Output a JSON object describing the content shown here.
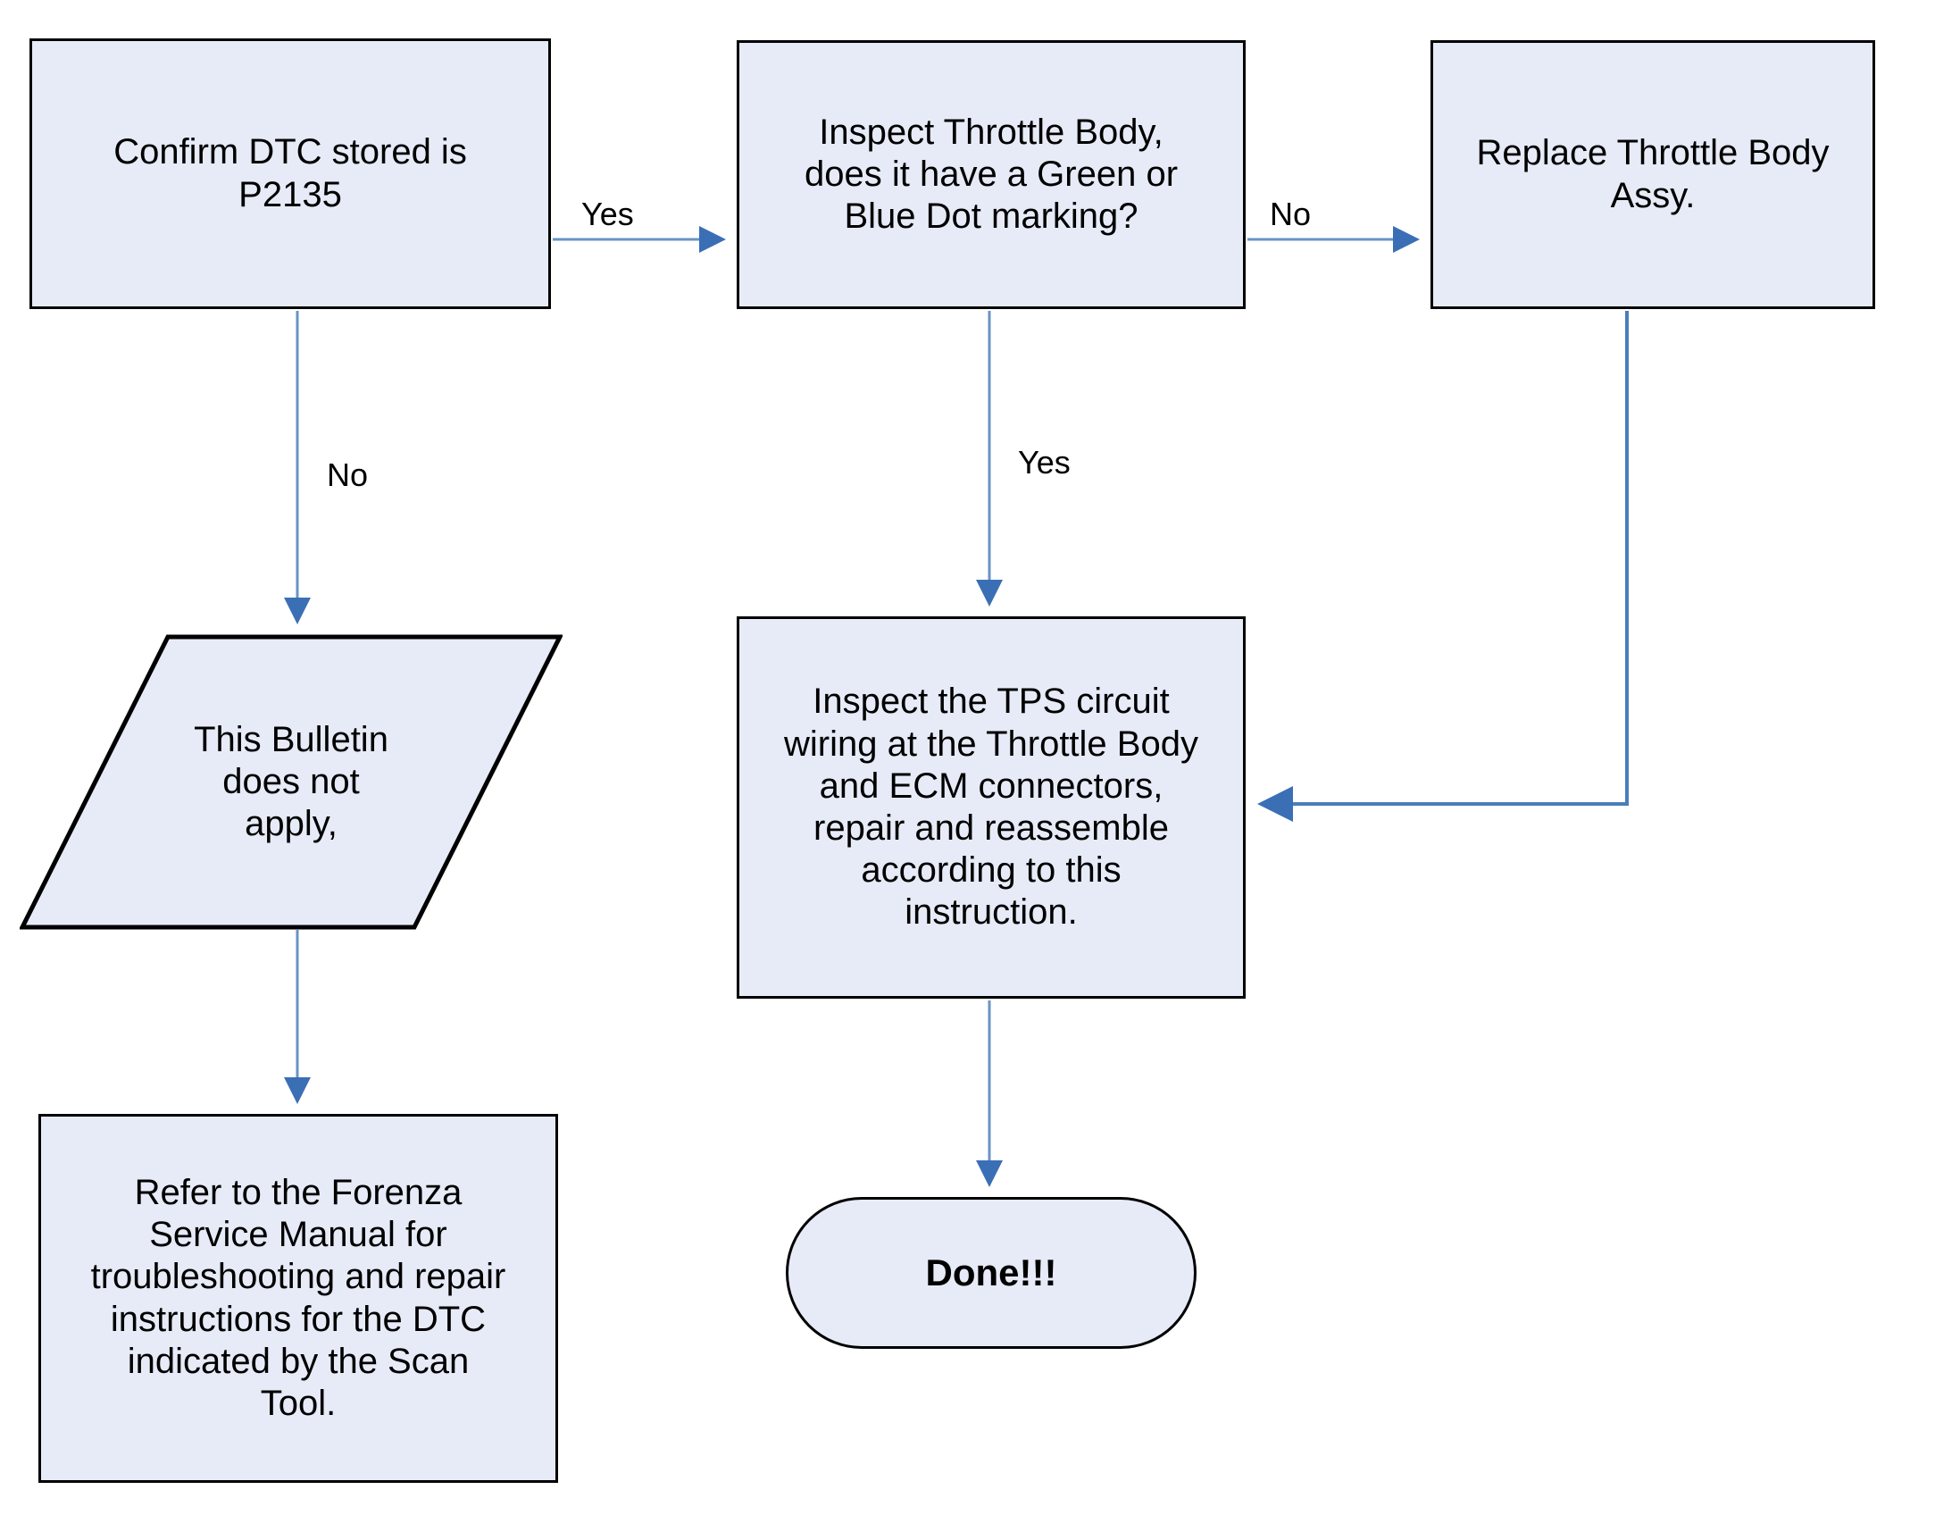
{
  "diagram": {
    "title": "DTC P2135 Diagnostic Flowchart",
    "colors": {
      "node_fill": "#e6ebf7",
      "node_stroke": "#000000",
      "edge_stroke": "#4a7ebb",
      "arrowhead": "#3b6fb5",
      "background": "#ffffff",
      "text": "#000000"
    },
    "nodes": [
      {
        "id": "confirm-dtc",
        "shape": "process",
        "text": "Confirm DTC stored is\nP2135"
      },
      {
        "id": "inspect-tb",
        "shape": "process",
        "text": "Inspect Throttle Body,\ndoes it have a Green or\nBlue Dot marking?"
      },
      {
        "id": "replace-tb",
        "shape": "process",
        "text": "Replace Throttle Body\nAssy."
      },
      {
        "id": "not-apply",
        "shape": "parallelogram",
        "text": "This Bulletin\ndoes not\napply,"
      },
      {
        "id": "inspect-tps",
        "shape": "process",
        "text": "Inspect the TPS circuit\nwiring at the Throttle Body\nand ECM connectors,\nrepair and reassemble\naccording to this\ninstruction."
      },
      {
        "id": "refer-manual",
        "shape": "process",
        "text": "Refer to the Forenza\nService Manual for\ntroubleshooting and repair\ninstructions for the DTC\nindicated by the Scan\nTool."
      },
      {
        "id": "done",
        "shape": "terminator",
        "text": "Done!!!"
      }
    ],
    "edges": [
      {
        "id": "e-confirm-to-inspect",
        "from": "confirm-dtc",
        "to": "inspect-tb",
        "label": "Yes"
      },
      {
        "id": "e-confirm-to-notapply",
        "from": "confirm-dtc",
        "to": "not-apply",
        "label": "No"
      },
      {
        "id": "e-inspect-to-replace",
        "from": "inspect-tb",
        "to": "replace-tb",
        "label": "No"
      },
      {
        "id": "e-inspect-to-tps",
        "from": "inspect-tb",
        "to": "inspect-tps",
        "label": "Yes"
      },
      {
        "id": "e-replace-to-tps",
        "from": "replace-tb",
        "to": "inspect-tps",
        "label": ""
      },
      {
        "id": "e-notapply-to-refer",
        "from": "not-apply",
        "to": "refer-manual",
        "label": ""
      },
      {
        "id": "e-tps-to-done",
        "from": "inspect-tps",
        "to": "done",
        "label": ""
      }
    ],
    "labels": {
      "yes_1": "Yes",
      "no_1": "No",
      "no_2": "No",
      "yes_2": "Yes"
    }
  }
}
